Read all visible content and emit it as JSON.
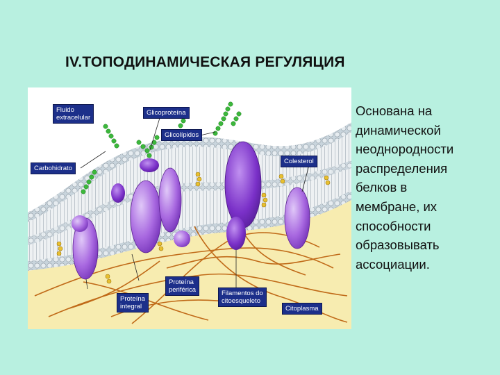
{
  "slide": {
    "title": "IV.ТОПОДИНАМИЧЕСКАЯ РЕГУЛЯЦИЯ",
    "body_lines": [
      "Основана на",
      "динамической",
      "неоднородности",
      "распределения",
      "белков в",
      "мембране, их",
      "способности",
      "образовывать",
      "ассоциации."
    ]
  },
  "diagram": {
    "labels": {
      "fluido": [
        "Fluido",
        "extracelular"
      ],
      "glicoproteina": "Glicoproteína",
      "glicolipidios": "Glicolípidos",
      "carbohidrato": "Carbohidrato",
      "colesterol": "Colesterol",
      "proteina_periferica": [
        "Proteína",
        "periférica"
      ],
      "proteina_integral": [
        "Proteína",
        "integral"
      ],
      "filamentos": [
        "Filamentos do",
        "citoesqueleto"
      ],
      "citoplasma": "Citoplasma"
    }
  },
  "colors": {
    "background": "#b8f0e0",
    "label_box": "#1c2f8a",
    "protein": "#9a5ad8",
    "cytoplasm": "#f7ecb0",
    "filament": "#c06a18",
    "glyco_chain": "#3cb83c"
  }
}
